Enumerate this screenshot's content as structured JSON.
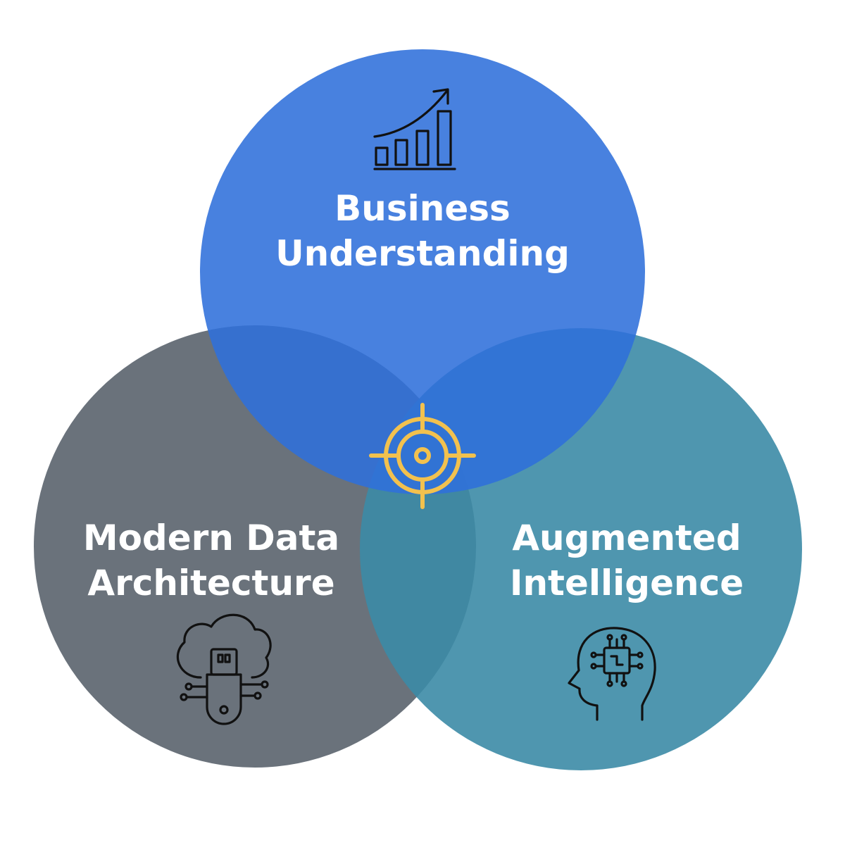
{
  "colors": {
    "business": "#2f6fdb",
    "data_architecture": "#5a636d",
    "intelligence": "#3c8ba6",
    "target": "#f2c14e",
    "icon_stroke": "#111111",
    "label_text": "#ffffff"
  },
  "sets": [
    {
      "id": "business",
      "lines": [
        "Business",
        "Understanding"
      ],
      "icon": "growth-chart-icon"
    },
    {
      "id": "data_architecture",
      "lines": [
        "Modern Data",
        "Architecture"
      ],
      "icon": "cloud-usb-icon"
    },
    {
      "id": "intelligence",
      "lines": [
        "Augmented",
        "Intelligence"
      ],
      "icon": "ai-head-icon"
    }
  ],
  "center_icon": "target-crosshair-icon"
}
